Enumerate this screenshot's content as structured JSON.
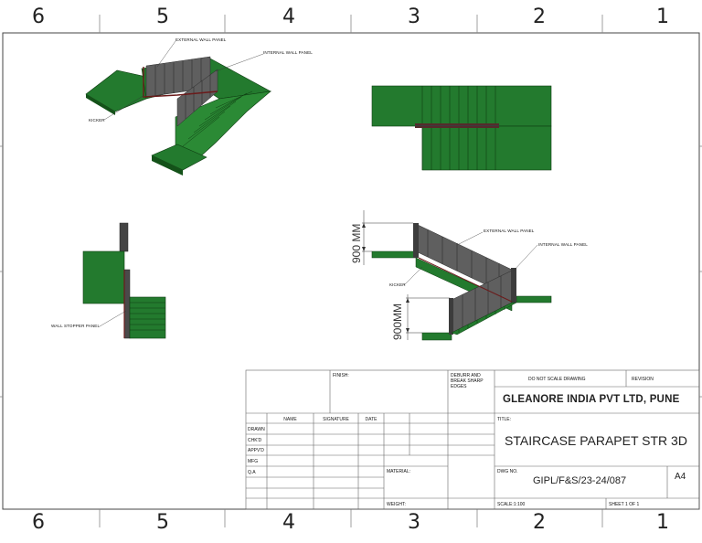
{
  "zones_top": [
    "6",
    "5",
    "4",
    "3",
    "2",
    "1"
  ],
  "zones_bottom": [
    "6",
    "5",
    "4",
    "3",
    "2",
    "1"
  ],
  "views": {
    "iso_top": {
      "labels": {
        "external_wall_panel": "EXTERNAL WALL PANEL",
        "internal_wall_panel": "INTERNAL WALL PANEL",
        "kicker": "KICKER"
      }
    },
    "side": {
      "labels": {
        "wall_stopper_panel": "WALL STOPPER PANEL"
      }
    },
    "iso_right": {
      "labels": {
        "external_wall_panel": "EXTERNAL WALL PANEL",
        "internal_wall_panel": "INTERNAL WALL PANEL",
        "kicker": "KICKER",
        "dim_upper": "900 MM",
        "dim_lower": "900MM"
      }
    }
  },
  "title_block": {
    "finish_label": "FINISH:",
    "deburr_label": "DEBURR AND BREAK SHARP EDGES",
    "do_not_scale": "DO NOT SCALE DRAWING",
    "revision_label": "REVISION",
    "company": "GLEANORE INDIA PVT LTD, PUNE",
    "columns": [
      "NAME",
      "SIGNATURE",
      "DATE"
    ],
    "rows": [
      "DRAWN",
      "CHK'D",
      "APPV'D",
      "MFG",
      "Q.A"
    ],
    "material_label": "MATERIAL:",
    "weight_label": "WEIGHT:",
    "title_label": "TITLE:",
    "title": "STAIRCASE PARAPET STR 3D",
    "dwg_no_label": "DWG NO.",
    "dwg_no": "GIPL/F&S/23-24/087",
    "size": "A4",
    "scale": "SCALE:1:100",
    "sheet": "SHEET 1 OF 1"
  },
  "colors": {
    "landing_green": "#237a2e",
    "dark_green": "#145219",
    "panel_grey": "#5f5f5f",
    "kicker_red": "#6b1a1a"
  }
}
